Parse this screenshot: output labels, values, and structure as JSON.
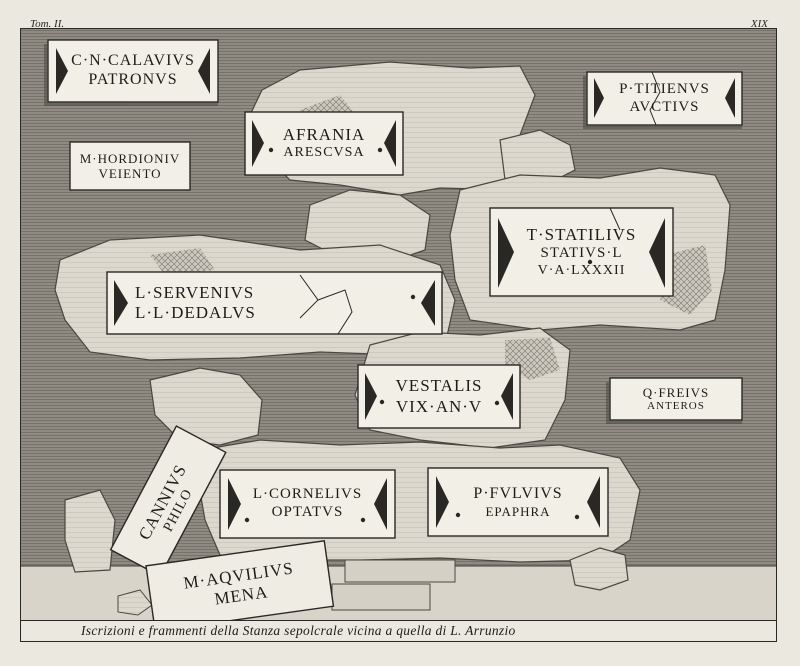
{
  "header": {
    "volume": "Tom. II.",
    "plate_number": "XIX"
  },
  "caption": "Iscrizioni e frammenti della Stanza sepolcrale vicina a quella di L. Arrunzio",
  "inscriptions": [
    {
      "id": "calavius",
      "lines": [
        "C·N·CALAVIVS",
        "PATRONVS"
      ]
    },
    {
      "id": "titienus",
      "lines": [
        "P·TITIENVS",
        "AVCTIVS"
      ]
    },
    {
      "id": "afrania",
      "lines": [
        "AFRANIA",
        "ARESCVSA"
      ]
    },
    {
      "id": "hordionius",
      "lines": [
        "M·HORDIONIV",
        "VEIENTO"
      ]
    },
    {
      "id": "statilius",
      "lines": [
        "T·STATILIVS",
        "STATIVS·L",
        "V·A·LXXXII"
      ]
    },
    {
      "id": "servenius",
      "lines": [
        "L·SERVENIVS",
        "L·L·DEDALVS"
      ]
    },
    {
      "id": "vestalis",
      "lines": [
        "VESTALIS",
        "VIX·AN·V"
      ]
    },
    {
      "id": "freius",
      "lines": [
        "Q·FREIVS",
        "ANTEROS"
      ]
    },
    {
      "id": "cornelius",
      "lines": [
        "L·CORNELIVS",
        "OPTATVS"
      ]
    },
    {
      "id": "fulvius",
      "lines": [
        "P·FVLVIVS",
        "EPAPHRA"
      ]
    },
    {
      "id": "cannius",
      "lines": [
        "CANNIVS",
        "PHILO"
      ]
    },
    {
      "id": "aquilius",
      "lines": [
        "M·AQVILIVS",
        "MENA"
      ]
    }
  ]
}
